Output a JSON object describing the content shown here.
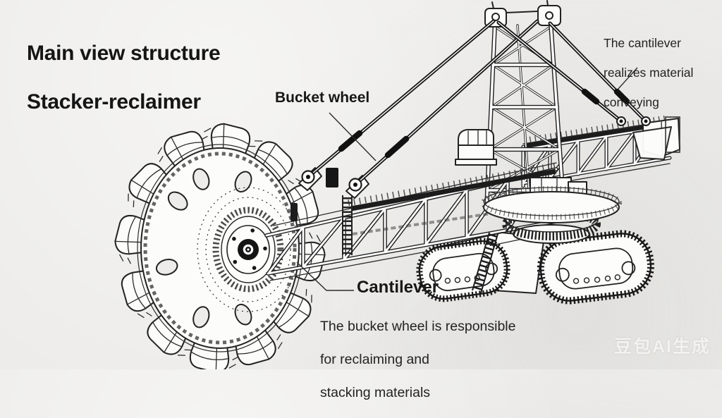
{
  "header": {
    "title_line1": "Main view structure",
    "title_line2": "Stacker-reclaimer"
  },
  "annotations": {
    "bucket_wheel_label": "Bucket wheel",
    "cantilever_label": "Cantilever",
    "cantilever_note": [
      "The cantilever",
      "realizes material",
      "conveying"
    ],
    "bucket_wheel_note": [
      "The bucket wheel is responsible",
      "for reclaiming and",
      "stacking materials"
    ]
  },
  "watermark": {
    "text": "豆包AI生成"
  },
  "colors": {
    "background": "#edecea",
    "line_art": "#1f1f1f",
    "text": "#1a1a1a",
    "watermark": "#f4f2ef"
  },
  "illustration": {
    "subject": "bucket wheel stacker-reclaimer line drawing",
    "parts": [
      "bucket-wheel",
      "cantilever-boom",
      "tower-mast",
      "rear-conveyor-boom",
      "tie-rods",
      "operator-cab",
      "slewing-platform",
      "crawler-tracks"
    ]
  }
}
